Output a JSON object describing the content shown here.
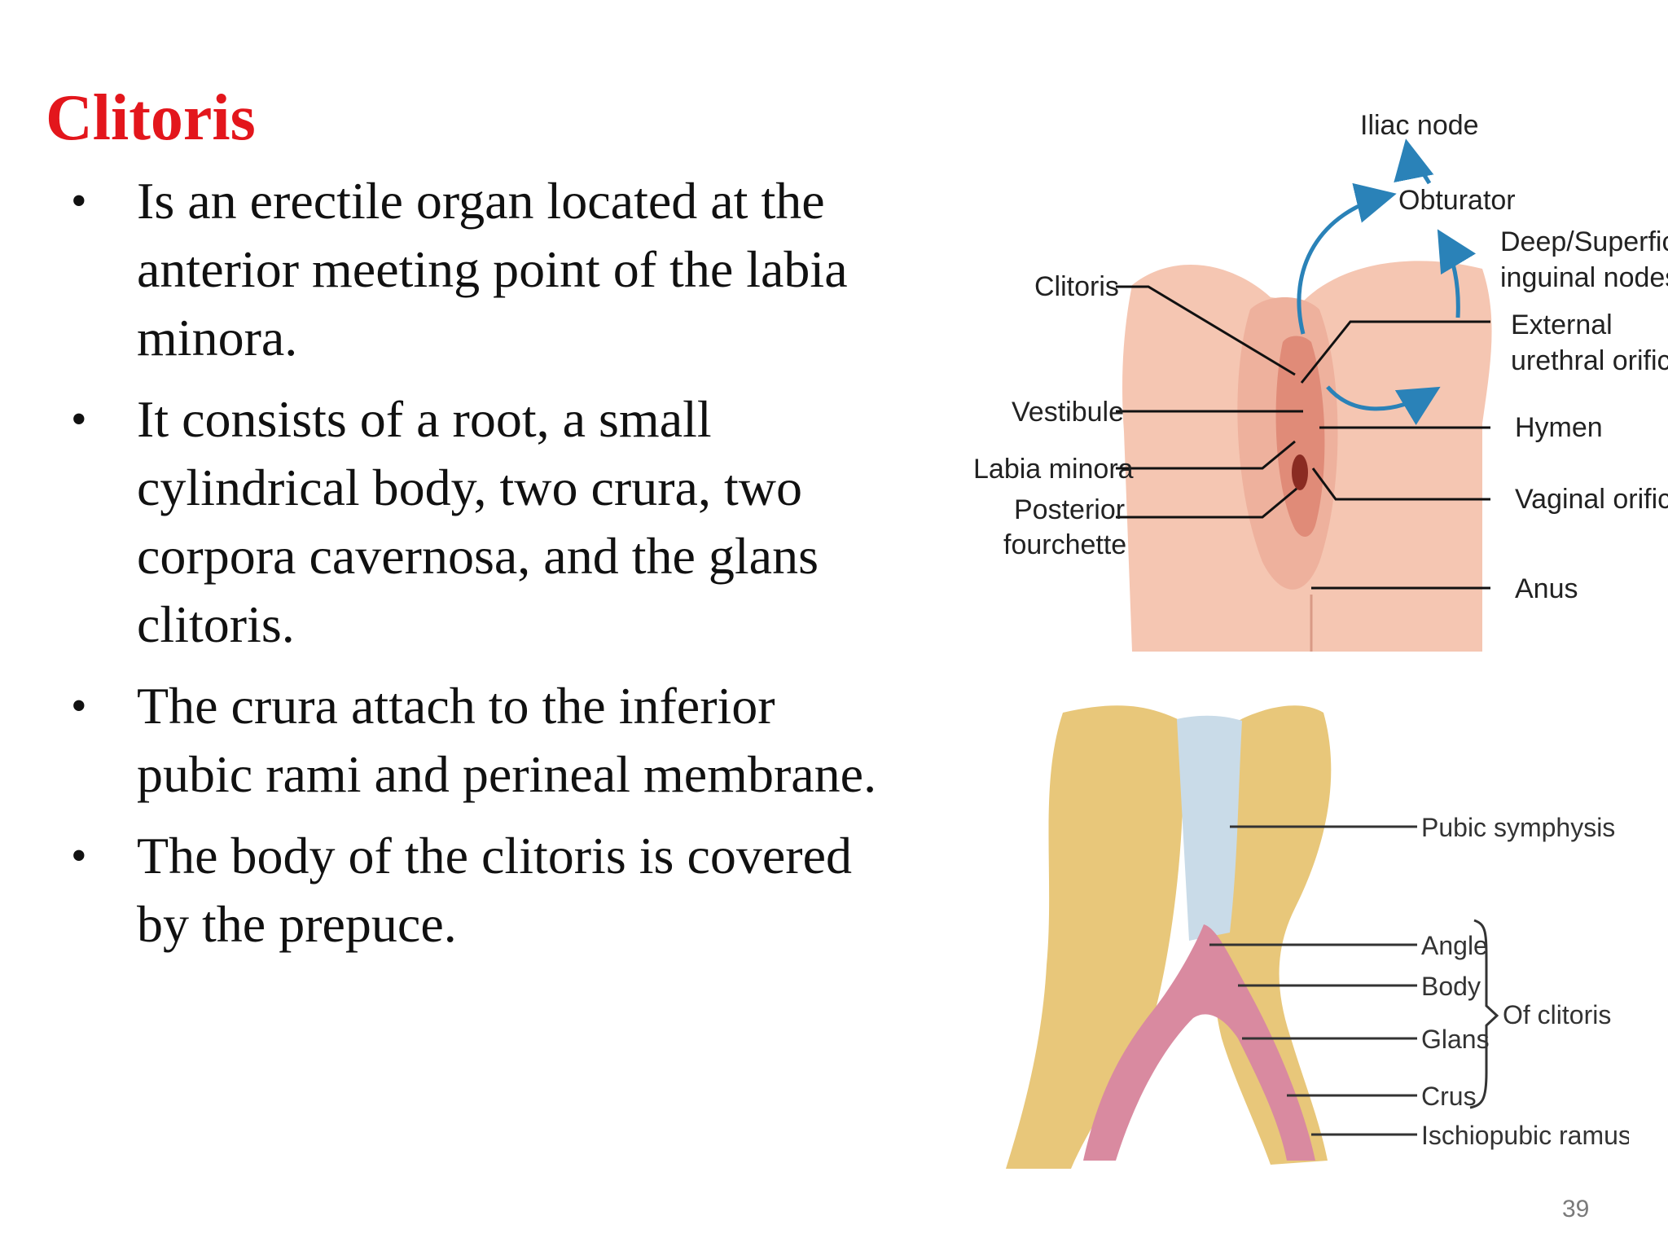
{
  "slide": {
    "title": "Clitoris",
    "bullets": [
      " Is an erectile organ located at the anterior meeting point of the labia minora.",
      "It consists of a root, a small cylindrical body, two crura, two corpora cavernosa, and the glans clitoris.",
      "The crura attach to the inferior pubic rami and perineal membrane.",
      "The body of the clitoris is covered by the prepuce."
    ],
    "page_number": "39"
  },
  "figure_top": {
    "labels": {
      "iliac_node": "Iliac node",
      "obturator": "Obturator",
      "deep_superficial_1": "Deep/Superficial",
      "deep_superficial_2": "inguinal nodes",
      "clitoris": "Clitoris",
      "external_1": "External",
      "external_2": "urethral orifice",
      "vestibule": "Vestibule",
      "hymen": "Hymen",
      "labia_minora": "Labia minora",
      "posterior_1": "Posterior",
      "posterior_2": "fourchette",
      "vaginal_orifice": "Vaginal orifice",
      "anus": "Anus"
    },
    "colors": {
      "skin": "#f4c4b0",
      "skin_dark": "#e79f8c",
      "arrow": "#2a82b8"
    }
  },
  "figure_bottom": {
    "labels": {
      "pubic_symphysis": "Pubic symphysis",
      "angle": "Angle",
      "body": "Body",
      "glans": "Glans",
      "crus": "Crus",
      "of_clitoris": "Of clitoris",
      "ischiopubic_ramus": "Ischiopubic ramus"
    },
    "colors": {
      "bone": "#e8c87a",
      "cartilage": "#c9dbe8",
      "clitoris": "#d98aa0"
    }
  }
}
